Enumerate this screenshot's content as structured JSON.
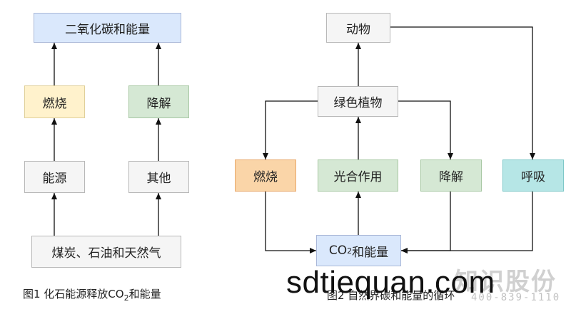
{
  "figure1": {
    "top": "二氧化碳和能量",
    "burn": "燃烧",
    "decompose": "降解",
    "energy": "能源",
    "other": "其他",
    "fuels": "煤炭、石油和天然气",
    "caption_prefix": "图1 化石能源释放CO",
    "caption_sub": "2",
    "caption_suffix": "和能量"
  },
  "figure2": {
    "animal": "动物",
    "plant": "绿色植物",
    "burn": "燃烧",
    "photosynthesis": "光合作用",
    "decompose": "降解",
    "respiration": "呼吸",
    "co2_prefix": "CO",
    "co2_sub": "2",
    "co2_suffix": "和能量",
    "caption": "图2 自然界碳和能量的循环"
  },
  "watermark": {
    "site": "sdtiequan.com",
    "brand": "知识股份",
    "phone": "400-839-1110"
  }
}
